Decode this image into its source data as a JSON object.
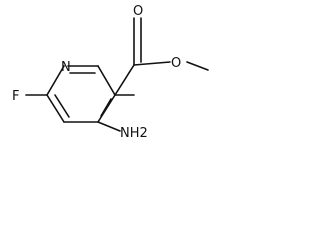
{
  "molecule": {
    "atoms": {
      "nitrogen_ring": "N",
      "fluorine": "F",
      "amino": "NH2",
      "carbonyl_oxygen": "O",
      "ester_oxygen": "O"
    }
  }
}
